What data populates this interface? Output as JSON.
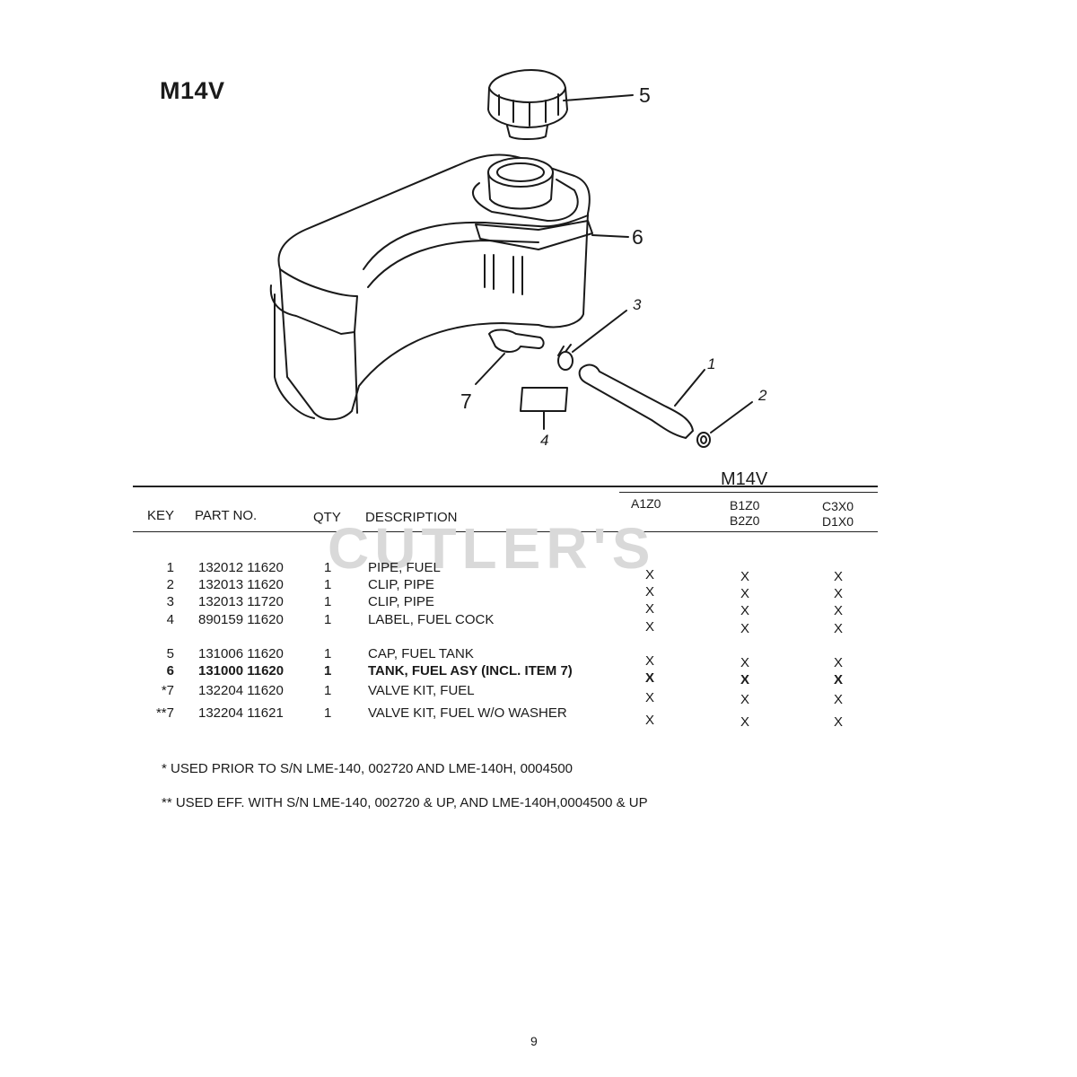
{
  "model_title": "M14V",
  "diagram": {
    "callouts": {
      "cap": "5",
      "tank": "6",
      "clip_pipe": "3",
      "pipe": "1",
      "clip": "2",
      "valve": "7",
      "label": "4"
    }
  },
  "table": {
    "model_header": "M14V",
    "headers": {
      "key": "KEY",
      "part_no": "PART NO.",
      "qty": "QTY",
      "description": "DESCRIPTION",
      "col_a": [
        "A1Z0"
      ],
      "col_b": [
        "B1Z0",
        "B2Z0"
      ],
      "col_c": [
        "C3X0",
        "D1X0"
      ]
    },
    "rows": [
      {
        "key": "1",
        "part": "132012 11620",
        "qty": "1",
        "desc": "PIPE, FUEL",
        "a": "X",
        "b": "X",
        "c": "X"
      },
      {
        "key": "2",
        "part": "132013 11620",
        "qty": "1",
        "desc": "CLIP, PIPE",
        "a": "X",
        "b": "X",
        "c": "X"
      },
      {
        "key": "3",
        "part": "132013 11720",
        "qty": "1",
        "desc": "CLIP, PIPE",
        "a": "X",
        "b": "X",
        "c": "X"
      },
      {
        "key": "4",
        "part": "890159 11620",
        "qty": "1",
        "desc": "LABEL, FUEL COCK",
        "a": "X",
        "b": "X",
        "c": "X"
      },
      {
        "key": "5",
        "part": "131006 11620",
        "qty": "1",
        "desc": "CAP, FUEL TANK",
        "a": "X",
        "b": "X",
        "c": "X"
      },
      {
        "key": "6",
        "part": "131000 11620",
        "qty": "1",
        "desc": "TANK, FUEL ASY (INCL. ITEM 7)",
        "a": "X",
        "b": "X",
        "c": "X"
      },
      {
        "key": "*7",
        "part": "132204 11620",
        "qty": "1",
        "desc": "VALVE KIT, FUEL",
        "a": "X",
        "b": "X",
        "c": "X"
      },
      {
        "key": "**7",
        "part": "132204 11621",
        "qty": "1",
        "desc": "VALVE KIT, FUEL W/O WASHER",
        "a": "X",
        "b": "X",
        "c": "X"
      }
    ]
  },
  "watermark": "CUTLER'S",
  "notes": [
    "* USED PRIOR TO  S/N LME-140, 002720 AND LME-140H, 0004500",
    "** USED EFF. WITH S/N LME-140, 002720 & UP, AND LME-140H,0004500 & UP"
  ],
  "page_number": "9"
}
